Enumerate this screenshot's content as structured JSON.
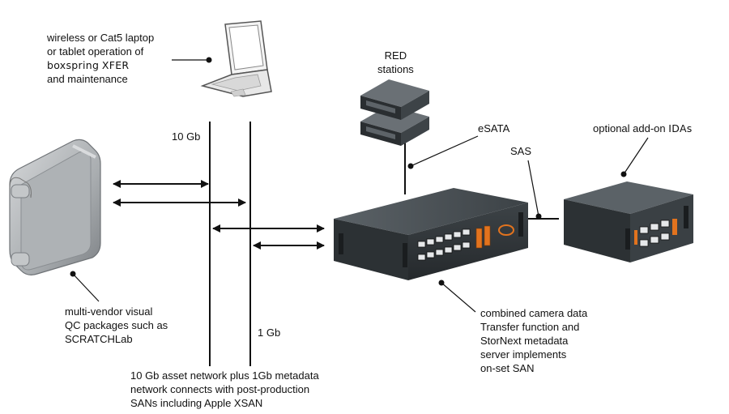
{
  "labels": {
    "laptop": {
      "line1": "wireless or Cat5 laptop",
      "line2": "or tablet operation of",
      "line3_prefix": "boxspring",
      "line3_suffix": "XFER",
      "line4": "and maintenance"
    },
    "red_stations": {
      "line1": "RED",
      "line2": "stations"
    },
    "esata": "eSATA",
    "sas": "SAS",
    "ida": {
      "prefix": "optional add-on",
      "suffix": "IDAs"
    },
    "ten_gb": "10 Gb",
    "one_gb": "1 Gb",
    "qc": {
      "line1": "multi-vendor visual",
      "line2": "QC packages such as",
      "line3": "SCRATCHLab"
    },
    "combined": {
      "line1": "combined camera data",
      "line2": "Transfer function and",
      "line3": "StorNext metadata",
      "line4": "server implements",
      "line5": "on-set SAN"
    },
    "network": {
      "line1": "10 Gb asset network plus 1Gb metadata",
      "line2": "network connects with post-production",
      "line3": "SANs including Apple XSAN"
    }
  },
  "colors": {
    "line": "#111111",
    "device_dark": "#2f3438",
    "device_mid": "#454b50",
    "device_light": "#5a6166",
    "workstation": "#b9bcbf",
    "orange": "#e2731e"
  },
  "icons": {
    "laptop": "laptop-icon",
    "red_stations": "red-stations-icon",
    "workstation": "workstation-icon",
    "server": "server-icon",
    "ida": "ida-unit-icon"
  }
}
